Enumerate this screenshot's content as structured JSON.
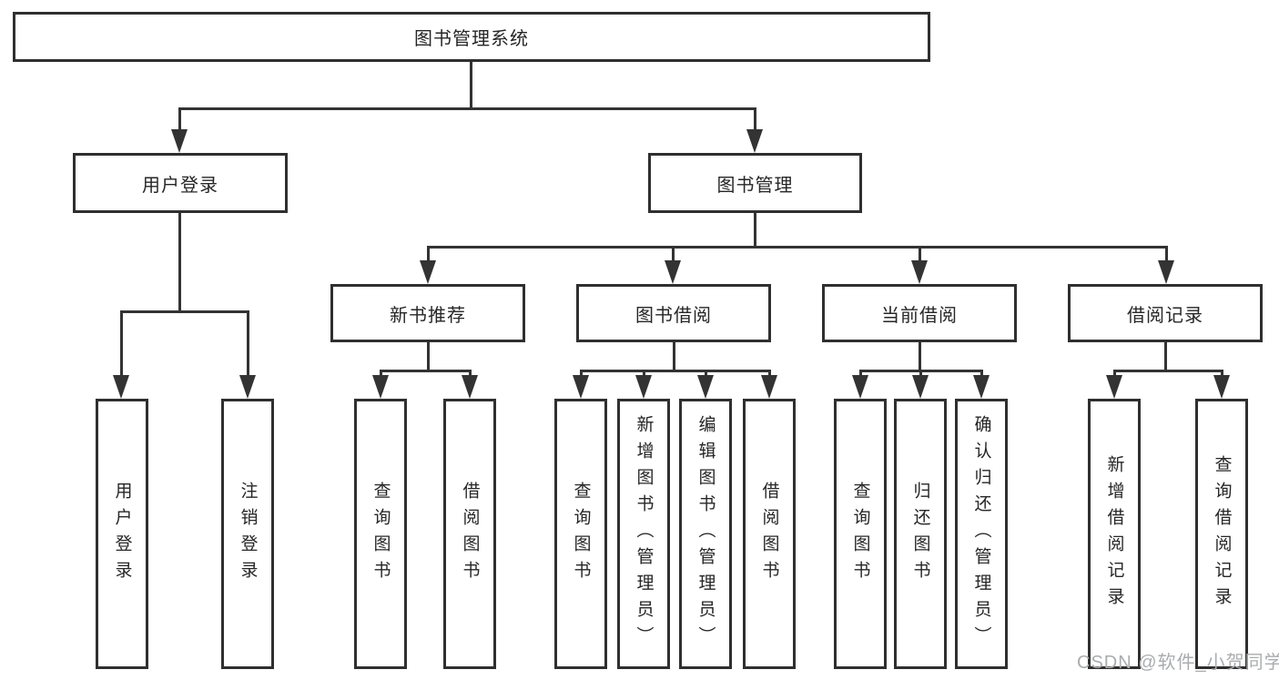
{
  "nodes": {
    "root": "图书管理系统",
    "user_login": "用户登录",
    "book_mgmt": "图书管理",
    "new_books": "新书推荐",
    "book_borrow": "图书借阅",
    "current_borrow": "当前借阅",
    "borrow_records": "借阅记录",
    "leaves": {
      "user": [
        "用户登录",
        "注销登录"
      ],
      "new_books": [
        "查询图书",
        "借阅图书"
      ],
      "book_borrow": [
        "查询图书",
        "新增图书（管理员）",
        "编辑图书（管理员）",
        "借阅图书"
      ],
      "current_borrow": [
        "查询图书",
        "归还图书",
        "确认归还（管理员）"
      ],
      "borrow_records": [
        "新增借阅记录",
        "查询借阅记录"
      ]
    }
  },
  "watermark": "CSDN @软件_小贺同学",
  "colors": {
    "line": "#333333",
    "border": "#2f2f2f",
    "text": "#262626",
    "watermark": "#aaacae",
    "background": "#ffffff"
  }
}
